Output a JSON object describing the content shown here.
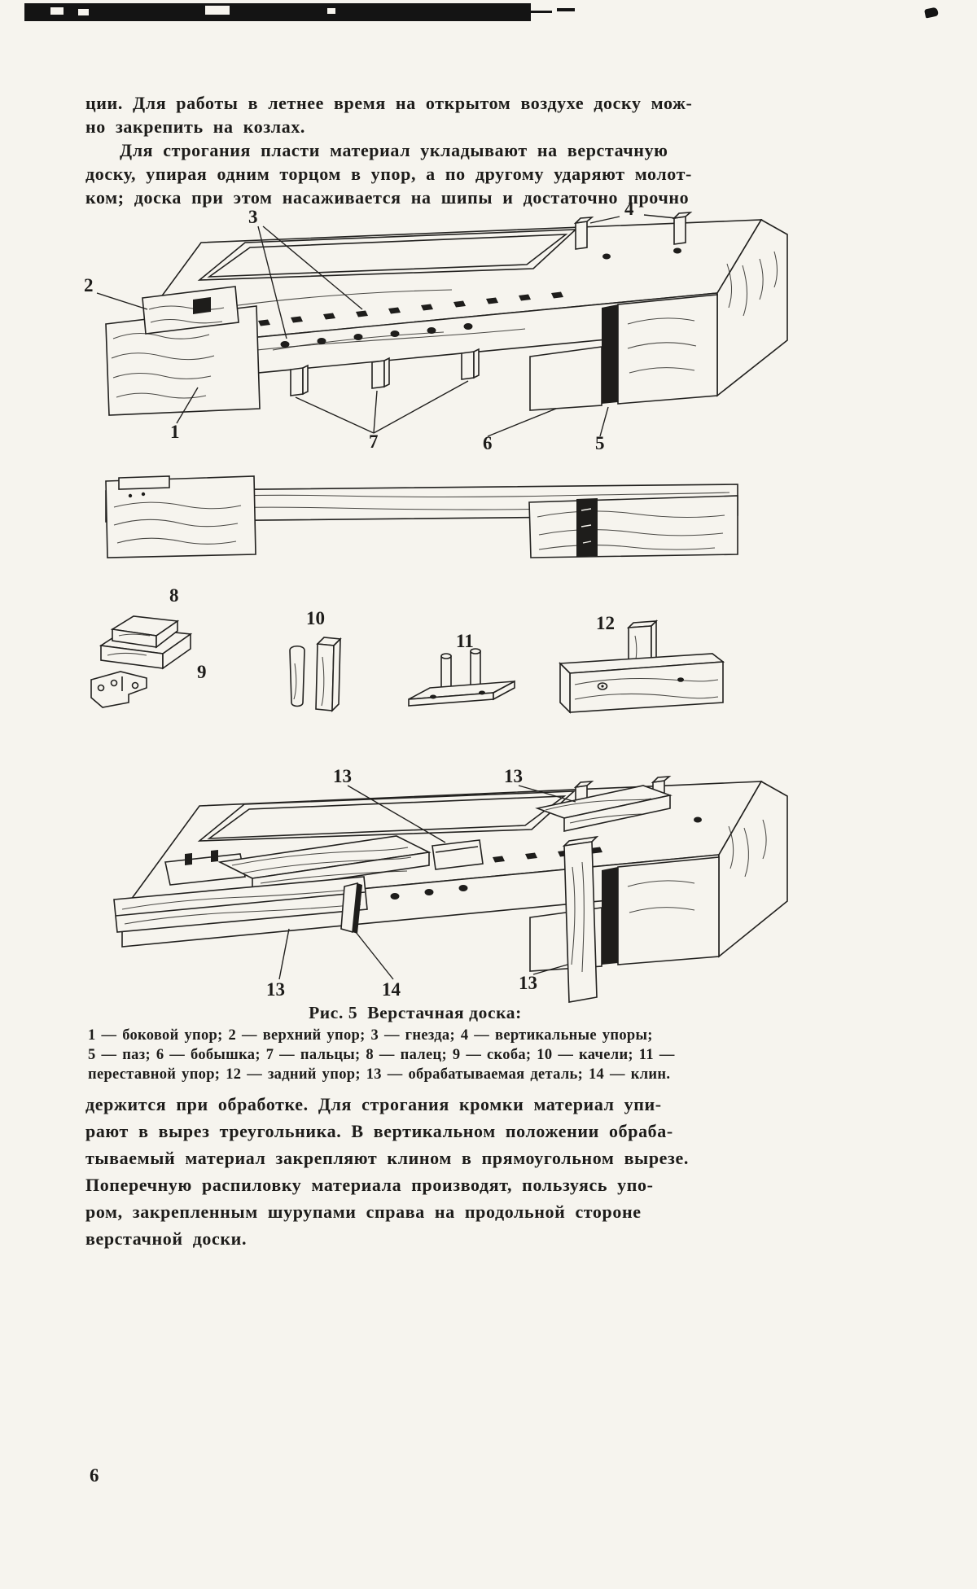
{
  "page": {
    "number": "6",
    "colors": {
      "paper": "#f6f4ee",
      "ink": "#1d1c1a"
    }
  },
  "top_text": {
    "lines": [
      "ции. Для работы в летнее время на открытом воздухе доску мож-",
      "но закрепить на козлах.",
      "Для строгания пласти материал укладывают на верстачную",
      "доску, упирая одним торцом в упор, а по другому ударяют молот-",
      "ком; доска при этом насаживается на шипы и достаточно прочно"
    ]
  },
  "figure": {
    "caption_prefix": "Рис. 5",
    "caption_title": "Верстачная доска:",
    "legend_lines": [
      "1 — боковой упор;  2 — верхний упор;  3 — гнезда;  4 — вертикальные упоры;",
      "5 — паз; 6 — бобышка;  7 — пальцы;  8 — палец;  9 — скоба;  10 — качели;  11 —",
      "переставной упор;  12 — задний упор;  13 — обрабатываемая  деталь; 14 — клин."
    ],
    "labels": {
      "n1": "1",
      "n2": "2",
      "n3": "3",
      "n4": "4",
      "n5": "5",
      "n6": "6",
      "n7": "7",
      "n8": "8",
      "n9": "9",
      "n10": "10",
      "n11": "11",
      "n12": "12",
      "n13": "13",
      "n14": "14"
    }
  },
  "bottom_text": {
    "lines": [
      "держится при обработке. Для строгания кромки материал упи-",
      "рают в вырез треугольника. В вертикальном положении обраба-",
      "тываемый материал закрепляют клином в прямоугольном вырезе.",
      "Поперечную распиловку материала производят, пользуясь упо-",
      "ром, закрепленным шурупами справа на продольной стороне",
      "верстачной доски."
    ]
  }
}
